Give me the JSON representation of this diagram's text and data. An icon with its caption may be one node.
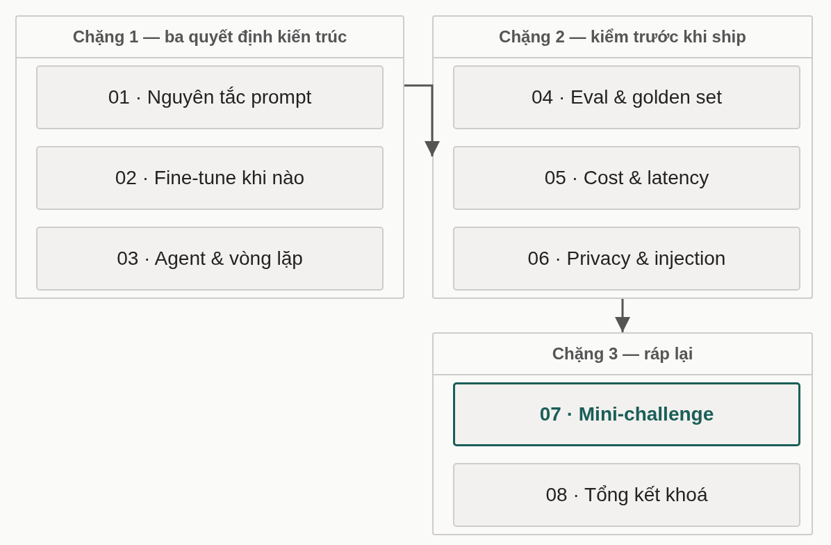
{
  "diagram": {
    "nodes": [
      {
        "text": [
          "Chặng 1 — ba quyết định kiến trúc"
        ]
      },
      {
        "text": [
          "01 · Nguyên tắc prompt"
        ],
        "in": 0
      },
      {
        "text": [
          "02 · Fine-tune khi nào"
        ],
        "in": 0
      },
      {
        "text": [
          "03 · Agent & vòng lặp"
        ],
        "in": 0
      },
      {
        "text": [
          "Chặng 2 — kiểm trước khi ship"
        ]
      },
      {
        "text": [
          "04 · Eval & golden set"
        ],
        "in": 4
      },
      {
        "text": [
          "05 · Cost & latency"
        ],
        "in": 4
      },
      {
        "text": [
          "06 · Privacy & injection"
        ],
        "in": 4
      },
      {
        "text": [
          "Chặng 3 — ráp lại"
        ]
      },
      {
        "text": [
          "07 · Mini-challenge"
        ],
        "in": 8
      },
      {
        "text": [
          "08 · Tổng kết khoá"
        ],
        "in": 8
      }
    ],
    "edges": [
      {
        "from": 0,
        "to": 4,
        "arrow": "to"
      },
      {
        "from": 4,
        "to": 8,
        "arrow": "to"
      }
    ]
  }
}
